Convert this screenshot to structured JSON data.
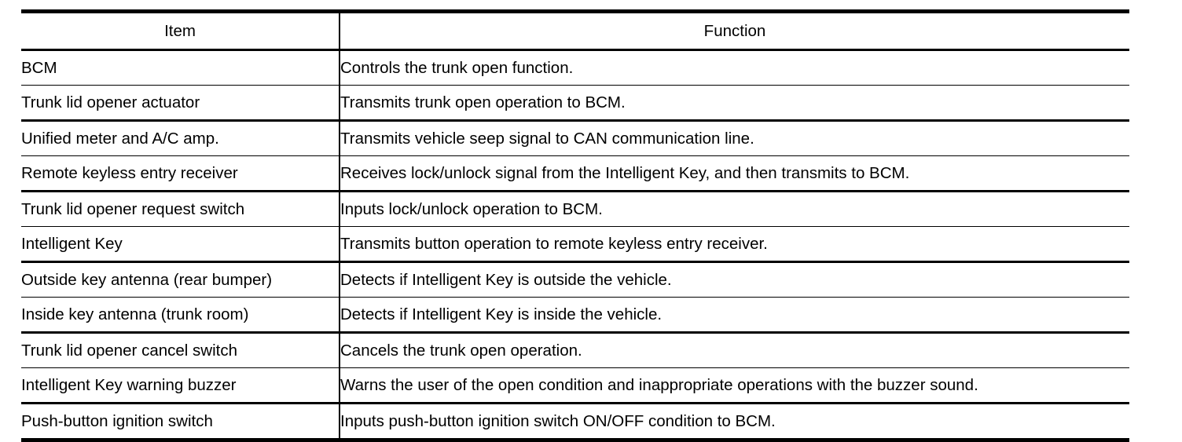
{
  "table": {
    "columns": [
      {
        "key": "item",
        "header": "Item"
      },
      {
        "key": "function",
        "header": "Function"
      }
    ],
    "rows": [
      {
        "item": "BCM",
        "function": "Controls the trunk open function."
      },
      {
        "item": "Trunk lid opener actuator",
        "function": "Transmits trunk open operation to BCM."
      },
      {
        "item": "Unified meter and A/C amp.",
        "function": "Transmits vehicle seep signal to CAN communication line."
      },
      {
        "item": "Remote keyless entry receiver",
        "function": "Receives lock/unlock signal from the Intelligent Key, and then transmits to BCM."
      },
      {
        "item": "Trunk lid opener request switch",
        "function": "Inputs lock/unlock operation to BCM."
      },
      {
        "item": "Intelligent Key",
        "function": "Transmits button operation to remote keyless entry receiver."
      },
      {
        "item": "Outside key antenna (rear bumper)",
        "function": "Detects if Intelligent Key is outside the vehicle."
      },
      {
        "item": "Inside key antenna (trunk room)",
        "function": "Detects if Intelligent Key is inside the vehicle."
      },
      {
        "item": "Trunk lid opener cancel switch",
        "function": "Cancels the trunk open operation."
      },
      {
        "item": "Intelligent Key warning buzzer",
        "function": "Warns the user of the open condition and inappropriate operations with the buzzer sound."
      },
      {
        "item": "Push-button ignition switch",
        "function": "Inputs push-button ignition switch ON/OFF condition to BCM."
      }
    ],
    "separator_style": [
      "thin",
      "thick",
      "thin",
      "thick",
      "thin",
      "thick",
      "thin",
      "thick",
      "thin",
      "thick",
      "bottom"
    ],
    "colors": {
      "rule": "#000000",
      "text": "#000000",
      "background": "#ffffff"
    }
  }
}
